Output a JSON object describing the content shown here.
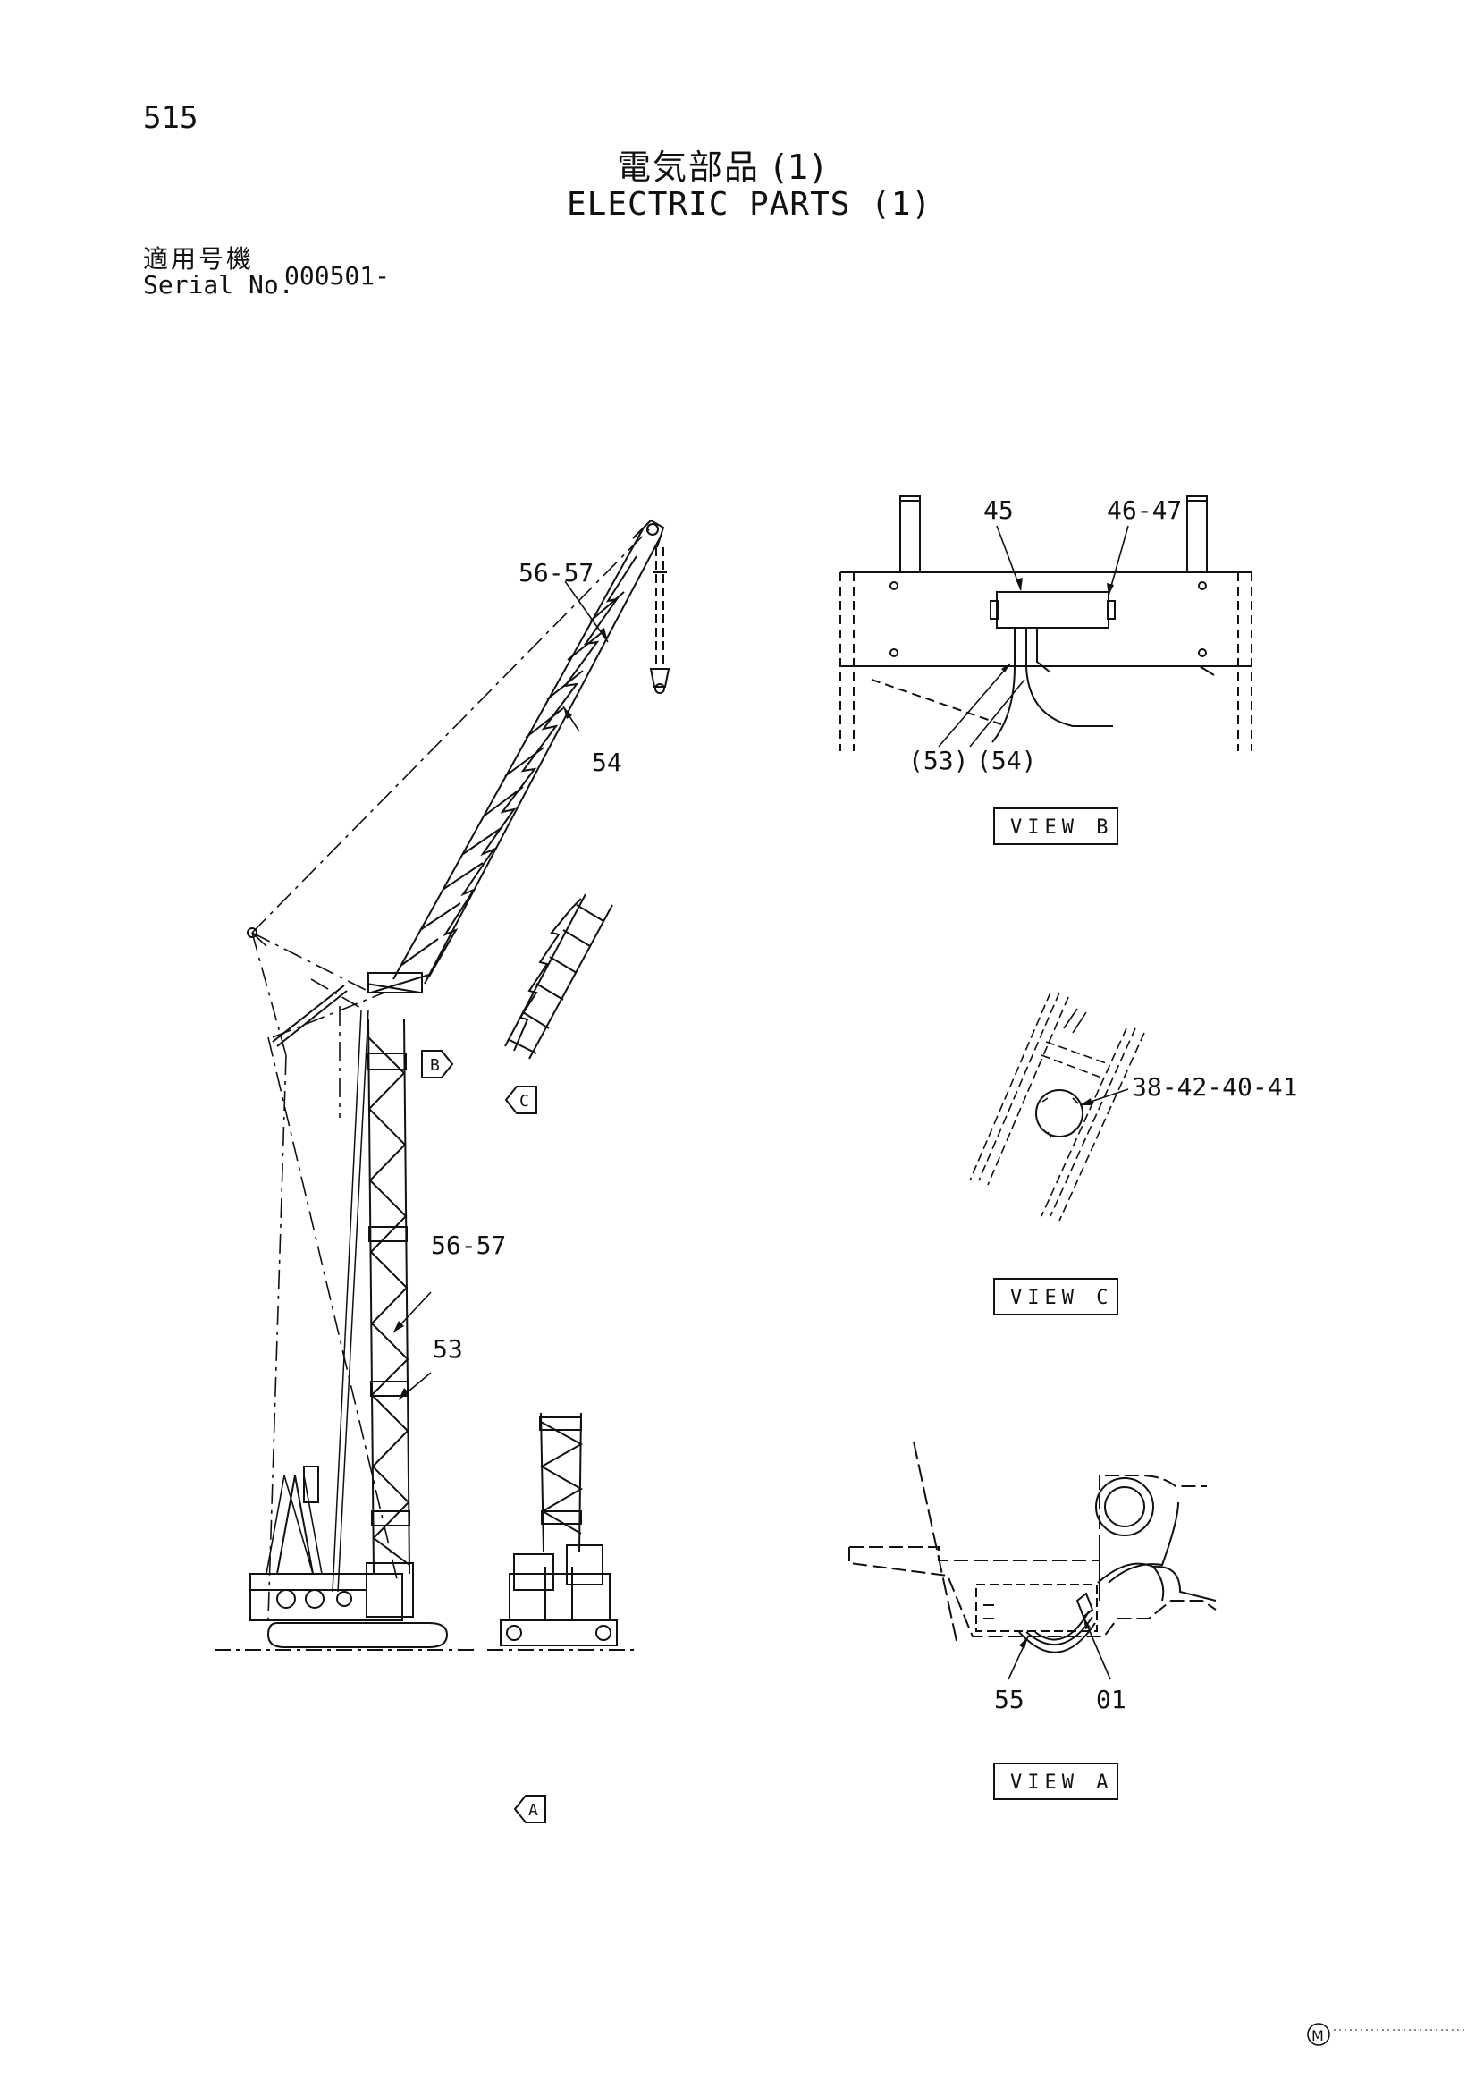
{
  "page_number": "515",
  "title_jp": "電気部品 (1)",
  "title_en": "ELECTRIC PARTS (1)",
  "serial": {
    "label_jp": "適用号機",
    "label_en": "Serial No.",
    "value": "000501-"
  },
  "callouts": {
    "c_56_57_top": "56-57",
    "c_54": "54",
    "c_56_57_mid": "56-57",
    "c_53": "53",
    "c_45": "45",
    "c_46_47": "46-47",
    "c_53p": "(53)",
    "c_54p": "(54)",
    "c_38": "38-42-40-41",
    "c_55": "55",
    "c_01": "01"
  },
  "view_markers": {
    "b": "B",
    "c": "C",
    "a": "A"
  },
  "view_labels": {
    "b": "VIEW B",
    "c": "VIEW C",
    "a": "VIEW A"
  },
  "corner_mark": "M"
}
